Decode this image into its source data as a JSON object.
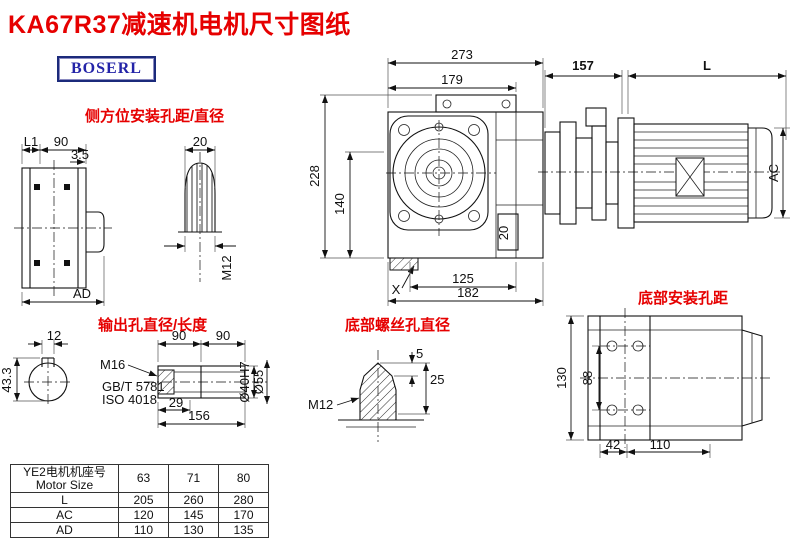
{
  "title": "KA67R37减速机电机尺寸图纸",
  "brand": "BOSERL",
  "colors": {
    "accent_red": "#e60000",
    "brand_blue": "#2424a8"
  },
  "section_labels": {
    "side_mount": "侧方位安装孔距/直径",
    "output": "输出孔直径/长度",
    "bottom_screw": "底部螺丝孔直径",
    "bottom_mount": "底部安装孔距"
  },
  "dims": {
    "d273": "273",
    "d179": "179",
    "d228": "228",
    "d140": "140",
    "d125": "125",
    "d182": "182",
    "d20rot": "20",
    "x": "X",
    "d157": "157",
    "dL": "L",
    "dAC": "AC",
    "l1": "L1",
    "d90side": "90",
    "d35": "3.5",
    "ad": "AD",
    "bore20": "20",
    "boreM12": "M12",
    "key12": "12",
    "key433": "43.3",
    "s90a": "90",
    "s90b": "90",
    "m16": "M16",
    "std1": "GB/T 5781",
    "std2": "ISO 4018",
    "s29": "29",
    "s156": "156",
    "d40": "Ø40H7",
    "d55": "Ø55",
    "sc5": "5",
    "sc25": "25",
    "scM12": "M12",
    "b130": "130",
    "b88": "88",
    "b42": "42",
    "b110": "110"
  },
  "table": {
    "motor_size_cn": "YE2电机机座号",
    "motor_size_en": "Motor Size",
    "sizes": [
      "63",
      "71",
      "80"
    ],
    "rows": [
      {
        "label": "L",
        "values": [
          "205",
          "260",
          "280"
        ]
      },
      {
        "label": "AC",
        "values": [
          "120",
          "145",
          "170"
        ]
      },
      {
        "label": "AD",
        "values": [
          "110",
          "130",
          "135"
        ]
      }
    ]
  }
}
